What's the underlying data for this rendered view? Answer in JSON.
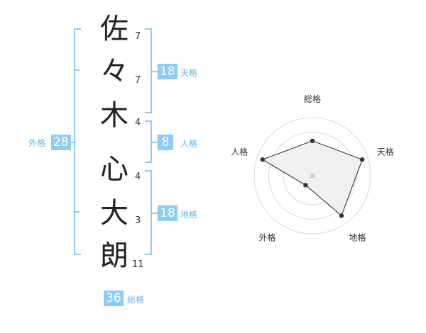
{
  "characters": [
    {
      "char": "佐",
      "strokes": "7"
    },
    {
      "char": "々",
      "strokes": "7"
    },
    {
      "char": "木",
      "strokes": "4"
    },
    {
      "char": "心",
      "strokes": "4"
    },
    {
      "char": "大",
      "strokes": "3"
    },
    {
      "char": "朗",
      "strokes": "11"
    }
  ],
  "kaku": {
    "tenkaku": {
      "value": "18",
      "label": "天格"
    },
    "jinkaku": {
      "value": "8",
      "label": "人格"
    },
    "chikaku": {
      "value": "18",
      "label": "地格"
    },
    "gaikaku": {
      "value": "28",
      "label": "外格"
    },
    "soukaku": {
      "value": "36",
      "label": "総格"
    }
  },
  "chart_data": {
    "type": "radar",
    "axes": [
      "総格",
      "天格",
      "地格",
      "外格",
      "人格"
    ],
    "values": [
      0.6,
      0.9,
      0.85,
      0.2,
      0.9
    ],
    "rings": 4,
    "colors": {
      "fill": "#eeeeee",
      "ring": "#d8d8d8",
      "line": "#222222",
      "point": "#333333",
      "center": "#cccccc"
    }
  }
}
